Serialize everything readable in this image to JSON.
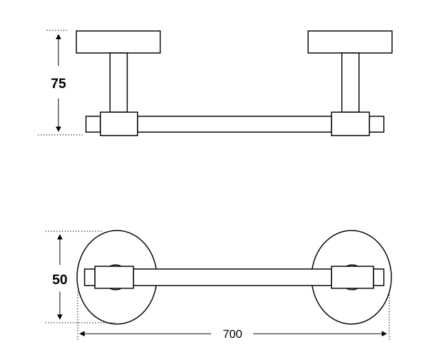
{
  "drawing": {
    "dimensions": {
      "height_label": "75",
      "depth_label": "50",
      "width_label": "700"
    },
    "colors": {
      "line": "#000000",
      "background": "#ffffff"
    }
  }
}
